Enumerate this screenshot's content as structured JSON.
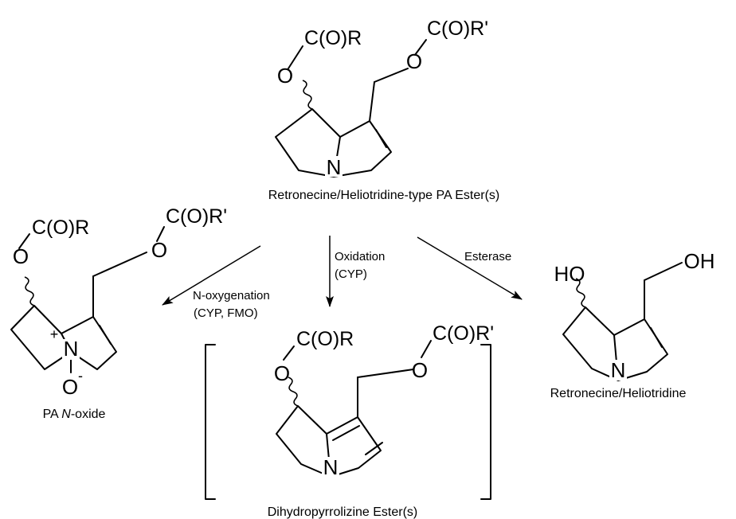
{
  "colors": {
    "ink": "#000000",
    "background": "#ffffff"
  },
  "molecules": {
    "parent": {
      "caption": "Retronecine/Heliotridine-type PA Ester(s)",
      "group_left": "C(O)R",
      "group_right": "C(O)R'",
      "oxygen_left": "O",
      "oxygen_right": "O",
      "nitrogen": "N"
    },
    "n_oxide": {
      "caption_prefix": "PA ",
      "caption_italic": "N",
      "caption_suffix": "-oxide",
      "group_left": "C(O)R",
      "group_right": "C(O)R'",
      "oxygen_left": "O",
      "oxygen_right": "O",
      "nitrogen": "N",
      "plus_charge": "+",
      "oxide_oxygen": "O",
      "minus_charge": "-"
    },
    "dehydro": {
      "caption": "Dihydropyrrolizine Ester(s)",
      "group_left": "C(O)R",
      "group_right": "C(O)R'",
      "oxygen_left": "O",
      "oxygen_right": "O",
      "nitrogen": "N"
    },
    "necine": {
      "caption": "Retronecine/Heliotridine",
      "hydroxyl_left": "HO",
      "hydroxyl_right": "OH",
      "nitrogen": "N"
    }
  },
  "arrows": {
    "n_oxygenation": {
      "line1": "N-oxygenation",
      "line2": "(CYP, FMO)"
    },
    "oxidation": {
      "line1": "Oxidation",
      "line2": "(CYP)"
    },
    "esterase": {
      "line1": "Esterase"
    }
  }
}
